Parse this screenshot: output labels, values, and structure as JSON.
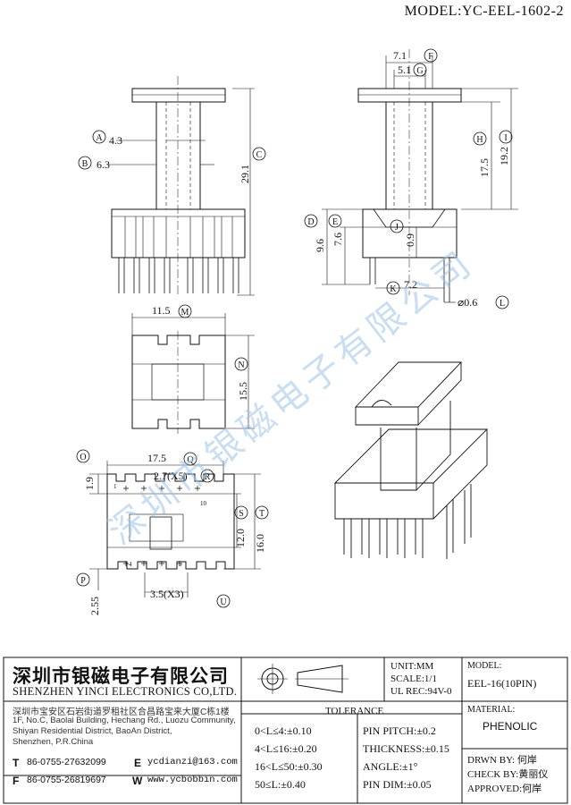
{
  "header": {
    "model_line": "MODEL:YC-EEL-1602-2"
  },
  "dimensions": {
    "A": {
      "label": "A",
      "value": "4.3"
    },
    "B": {
      "label": "B",
      "value": "6.3"
    },
    "C": {
      "label": "C",
      "value": "29.1"
    },
    "D": {
      "label": "D",
      "value": "9.6"
    },
    "E": {
      "label": "E",
      "value": "7.6"
    },
    "F": {
      "label": "F",
      "value": "7.1"
    },
    "G": {
      "label": "G",
      "value": "5.1"
    },
    "H": {
      "label": "H",
      "value": "17.5"
    },
    "I": {
      "label": "I",
      "value": "19.2"
    },
    "J": {
      "label": "J",
      "value": "0.9"
    },
    "K": {
      "label": "K",
      "value": "7.2"
    },
    "L": {
      "label": "L",
      "value": "⌀0.6"
    },
    "M": {
      "label": "M",
      "value": "11.5"
    },
    "N": {
      "label": "N",
      "value": "15.5"
    },
    "O": {
      "label": "O",
      "value": "1.9"
    },
    "P": {
      "label": "P",
      "value": "2.55"
    },
    "Q": {
      "label": "Q",
      "value": "17.5"
    },
    "R": {
      "label": "R",
      "value": "2.7(X5)"
    },
    "S": {
      "label": "S",
      "value": "12.0"
    },
    "T": {
      "label": "T",
      "value": "16.0"
    },
    "U": {
      "label": "U",
      "value": "3.5(X3)"
    }
  },
  "pin_numbers": {
    "p1": "1",
    "p10": "10",
    "p4": "4",
    "p5": "5"
  },
  "watermark": "深圳市银磁电子有限公司",
  "title_block": {
    "company_cn": "深圳市银磁电子有限公司",
    "company_en": "SHENZHEN YINCI ELECTRONICS CO,LTD.",
    "address_cn": "深圳市宝安区石岩街道罗租社区合昌路宝来大厦C栋1楼",
    "address_en_1": "1F, No.C, Baolai Building, Hechang Rd., Luozu Community,",
    "address_en_2": "Shiyan Residential District, BaoAn District,",
    "address_en_3": "Shenzhen, P.R.China",
    "tel_label": "T",
    "tel": "86-0755-27632099",
    "fax_label": "F",
    "fax": "86-0755-26819697",
    "email_label": "E",
    "email": "ycdianzi@163.com",
    "web_label": "W",
    "web": "www.ycbobbin.com",
    "unit": "UNIT:MM",
    "scale": "SCALE:1/1",
    "ul": "UL REC:94V-0",
    "model_label": "MODEL:",
    "model_value": "EEL-16(10PIN)",
    "tolerance_title": "TOLERANCE",
    "tol": [
      "0<L≤4:±0.10",
      "4<L≤16:±0.20",
      "16<L≤50:±0.30",
      "50≤L:±0.40"
    ],
    "tol2": [
      "PIN PITCH:±0.2",
      "THICKNESS:±0.15",
      "ANGLE:±1°",
      "PIN DIM:±0.05"
    ],
    "material_label": "MATERIAL:",
    "material": "PHENOLIC",
    "drwn": "DRWN BY: 何岸",
    "check": "CHECK BY:黄丽仪",
    "approved": "APPROVED:何岸"
  }
}
